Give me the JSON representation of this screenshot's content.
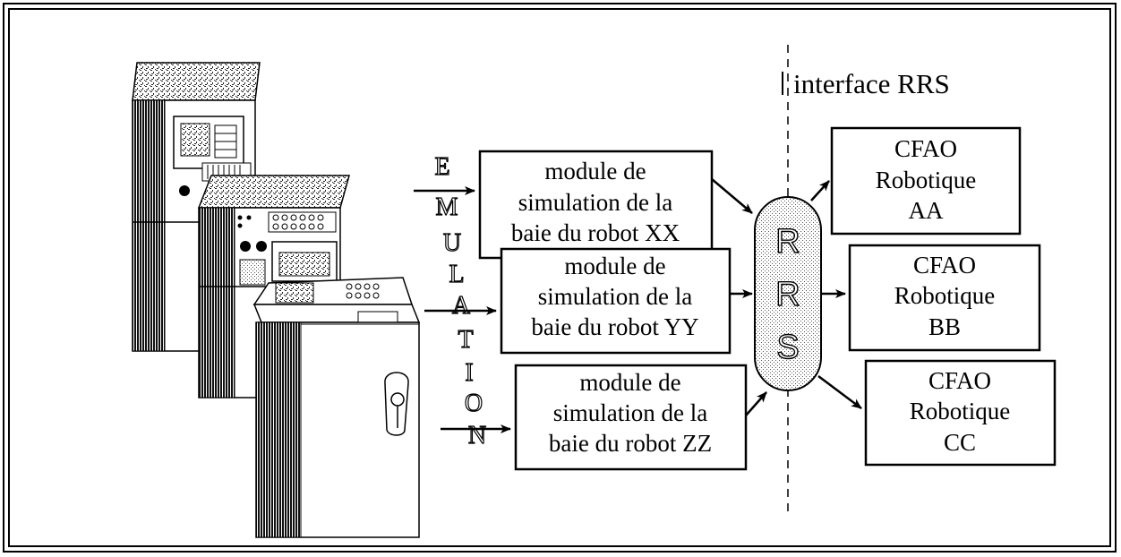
{
  "interface_label": "interface RRS",
  "emulation_letters": [
    "E",
    "M",
    "U",
    "L",
    "A",
    "T",
    "I",
    "O",
    "N"
  ],
  "rrs_letters": [
    "R",
    "R",
    "S"
  ],
  "modules": [
    {
      "lines": [
        "module de",
        "simulation de la",
        "baie du robot XX"
      ]
    },
    {
      "lines": [
        "module de",
        "simulation de la",
        "baie du robot YY"
      ]
    },
    {
      "lines": [
        "module de",
        "simulation de la",
        "baie du robot ZZ"
      ]
    }
  ],
  "cfao": [
    {
      "lines": [
        "CFAO",
        "Robotique",
        "AA"
      ]
    },
    {
      "lines": [
        "CFAO",
        "Robotique",
        "BB"
      ]
    },
    {
      "lines": [
        "CFAO",
        "Robotique",
        "CC"
      ]
    }
  ]
}
